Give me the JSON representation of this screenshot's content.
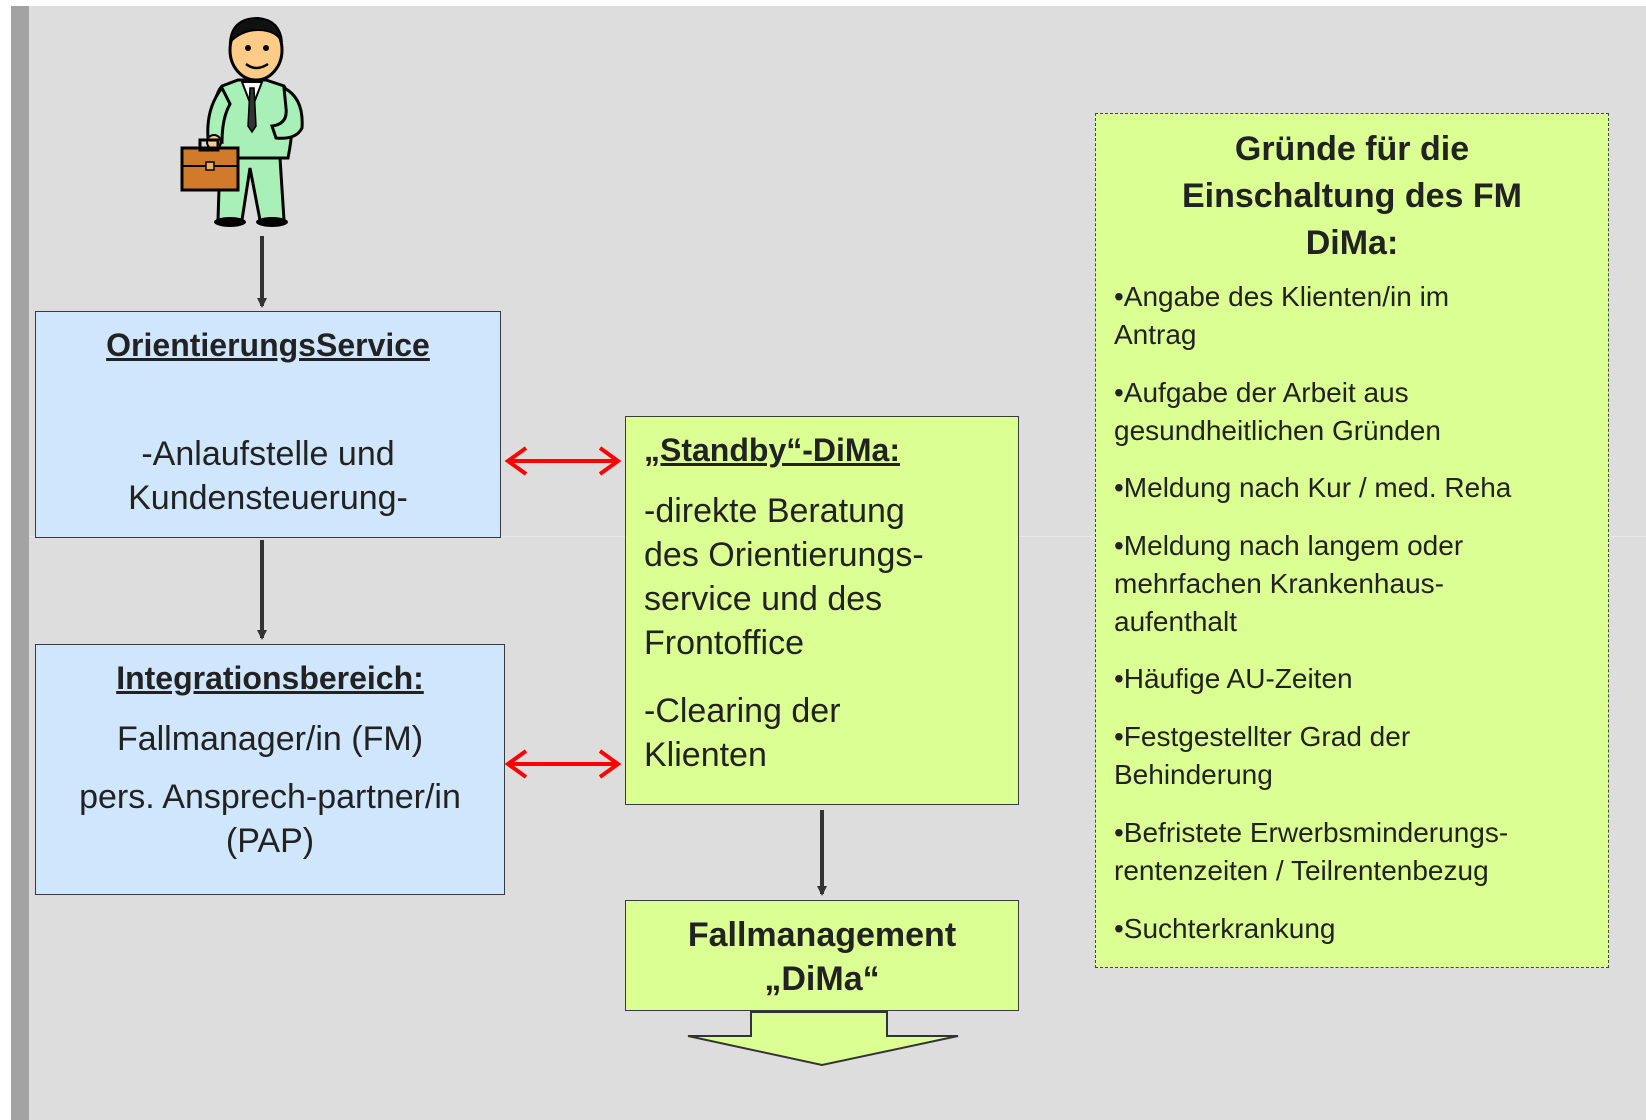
{
  "orientierung": {
    "title": "OrientierungsService",
    "line1": "-Anlaufstelle und",
    "line2": "Kundensteuerung-"
  },
  "integration": {
    "title": "Integrationsbereich:",
    "line1": "Fallmanager/in (FM)",
    "line2": "pers. Ansprech-partner/in",
    "line3": "(PAP)"
  },
  "standby": {
    "title": "„Standby“-DiMa:",
    "lines": [
      "-direkte Beratung",
      "des Orientierungs-",
      "service und des",
      "Frontoffice",
      "-Clearing der",
      "Klienten"
    ]
  },
  "fallmanagement": {
    "line1": "Fallmanagement",
    "line2": "„DiMa“"
  },
  "reasons": {
    "title_lines": [
      "Gründe für die",
      "Einschaltung des FM",
      "DiMa:"
    ],
    "items": [
      [
        "•Angabe des Klienten/in im",
        "Antrag"
      ],
      [
        "•Aufgabe der Arbeit aus",
        "gesundheitlichen Gründen"
      ],
      [
        "•Meldung nach Kur / med. Reha"
      ],
      [
        "•Meldung nach langem oder",
        "mehrfachen Krankenhaus-",
        "aufenthalt"
      ],
      [
        "•Häufige AU-Zeiten"
      ],
      [
        "•Festgestellter Grad der",
        "Behinderung"
      ],
      [
        "•Befristete Erwerbsminderungs-",
        "rentenzeiten / Teilrentenbezug"
      ],
      [
        "•Suchterkrankung"
      ]
    ]
  },
  "colors": {
    "blue_box": "#cfe6fc",
    "green_box": "#dcff94",
    "arrow_red": "#ff0000",
    "arrow_dark": "#333333",
    "background": "#dddddd"
  }
}
